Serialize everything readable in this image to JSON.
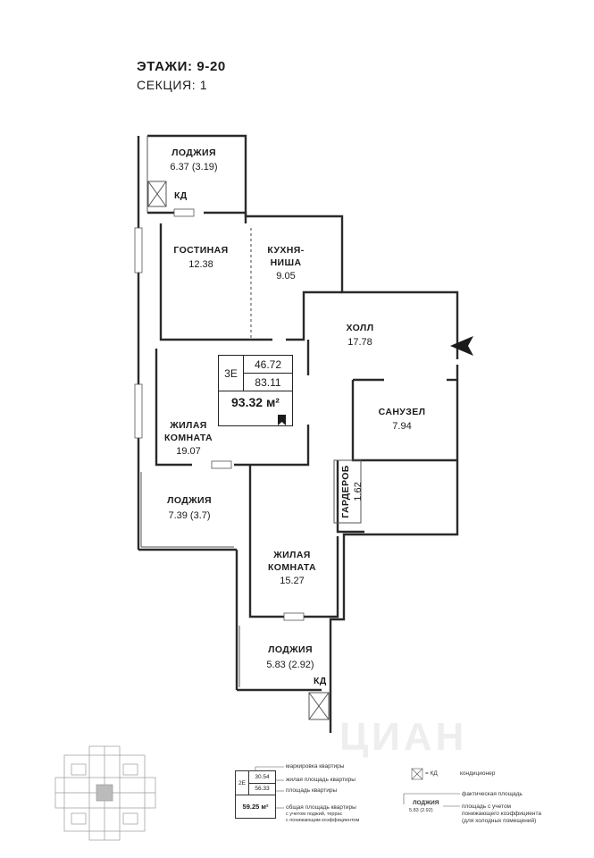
{
  "header": {
    "floors": "ЭТАЖИ: 9-20",
    "section": "СЕКЦИЯ: 1"
  },
  "rooms": {
    "loggia1": {
      "name": "ЛОДЖИЯ",
      "area": "6.37 (3.19)"
    },
    "kd1": "КД",
    "living": {
      "name": "ГОСТИНАЯ",
      "area": "12.38"
    },
    "kitchen": {
      "name1": "КУХНЯ-",
      "name2": "НИША",
      "area": "9.05"
    },
    "hall": {
      "name": "ХОЛЛ",
      "area": "17.78"
    },
    "bath": {
      "name": "САНУЗЕЛ",
      "area": "7.94"
    },
    "room1": {
      "name1": "ЖИЛАЯ",
      "name2": "КОМНАТА",
      "area": "19.07"
    },
    "loggia2": {
      "name": "ЛОДЖИЯ",
      "area": "7.39 (3.7)"
    },
    "wardrobe": {
      "name": "ГАРДЕРОБ",
      "area": "1.62"
    },
    "room2": {
      "name1": "ЖИЛАЯ",
      "name2": "КОМНАТА",
      "area": "15.27"
    },
    "loggia3": {
      "name": "ЛОДЖИЯ",
      "area": "5.83 (2.92)"
    },
    "kd2": "КД"
  },
  "apartment": {
    "code": "3Е",
    "living_area": "46.72",
    "apartment_area": "83.11",
    "total": "93.32 м²"
  },
  "legend": {
    "box_code": "2Е",
    "box_live": "30.54",
    "box_ap": "56.33",
    "box_total": "59.25 м²",
    "marking": "маркировка квартиры",
    "living": "жилая площадь квартиры",
    "apartment": "площадь квартиры",
    "total1": "общая площадь квартиры",
    "total2": "с учетом лоджий, террас",
    "total3": "с понижающим коэффициентом",
    "ac_kd": "= КД",
    "ac": "кондиционер",
    "loggia_name": "ЛОДЖИЯ",
    "loggia_val": "5.83 (2.92)",
    "actual": "фактическая площадь",
    "coef1": "площадь с учетом",
    "coef2": "понижающего коэффициента",
    "coef3": "(для холодных помещений)"
  },
  "watermark": "ЦИАН"
}
